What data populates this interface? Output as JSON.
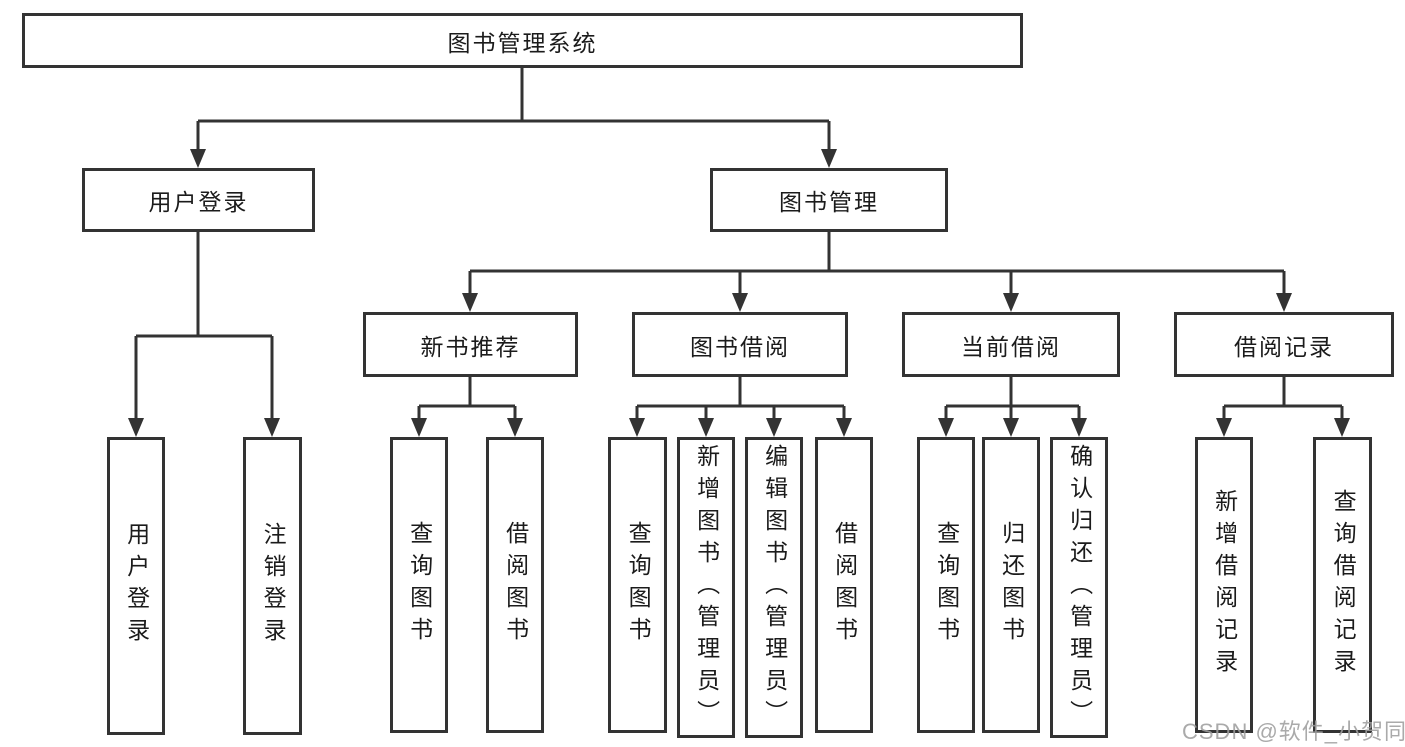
{
  "diagram": {
    "root": {
      "label": "图书管理系统"
    },
    "branches": [
      {
        "label": "用户登录",
        "leaves": [
          {
            "label": "用户登录"
          },
          {
            "label": "注销登录"
          }
        ]
      },
      {
        "label": "图书管理",
        "sections": [
          {
            "label": "新书推荐",
            "leaves": [
              {
                "label": "查询图书"
              },
              {
                "label": "借阅图书"
              }
            ]
          },
          {
            "label": "图书借阅",
            "leaves": [
              {
                "label": "查询图书"
              },
              {
                "label": "新增图书（管理员）"
              },
              {
                "label": "编辑图书（管理员）"
              },
              {
                "label": "借阅图书"
              }
            ]
          },
          {
            "label": "当前借阅",
            "leaves": [
              {
                "label": "查询图书"
              },
              {
                "label": "归还图书"
              },
              {
                "label": "确认归还（管理员）"
              }
            ]
          },
          {
            "label": "借阅记录",
            "leaves": [
              {
                "label": "新增借阅记录"
              },
              {
                "label": "查询借阅记录"
              }
            ]
          }
        ]
      }
    ]
  },
  "watermark": {
    "text": "CSDN @软件_小贺同学"
  },
  "colors": {
    "line": "#333333",
    "box_border": "#333333",
    "text": "#1b1b1b",
    "watermark": "#9e9e9e",
    "background": "#ffffff"
  }
}
